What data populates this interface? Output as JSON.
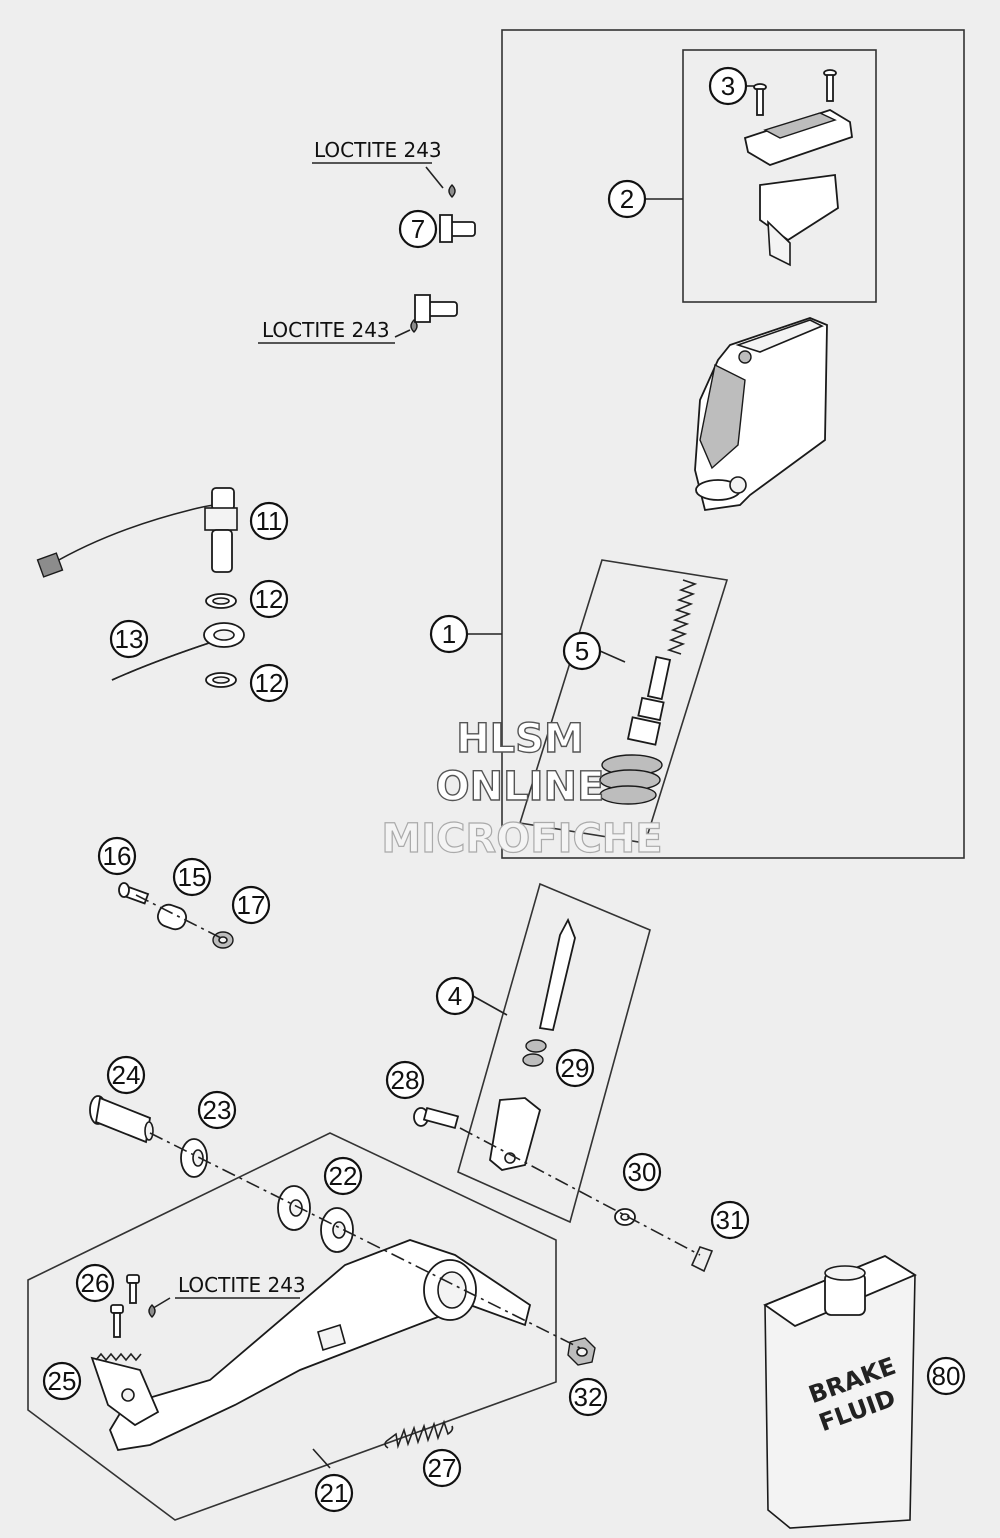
{
  "callouts": {
    "c1": "1",
    "c2": "2",
    "c3": "3",
    "c4": "4",
    "c5": "5",
    "c7": "7",
    "c11": "11",
    "c12a": "12",
    "c12b": "12",
    "c13": "13",
    "c15": "15",
    "c16": "16",
    "c17": "17",
    "c21": "21",
    "c22": "22",
    "c23": "23",
    "c24": "24",
    "c25": "25",
    "c26": "26",
    "c27": "27",
    "c28": "28",
    "c29": "29",
    "c30": "30",
    "c31": "31",
    "c32": "32",
    "c80": "80"
  },
  "notes": {
    "loctite_top": "LOCTITE 243",
    "loctite_mid": "LOCTITE 243",
    "loctite_pedal": "LOCTITE 243"
  },
  "watermark": {
    "line1": "HLSM",
    "line2": "ONLINE",
    "line3": "MICROFICHE"
  },
  "can_label": {
    "line1": "BRAKE",
    "line2": "FLUID"
  }
}
